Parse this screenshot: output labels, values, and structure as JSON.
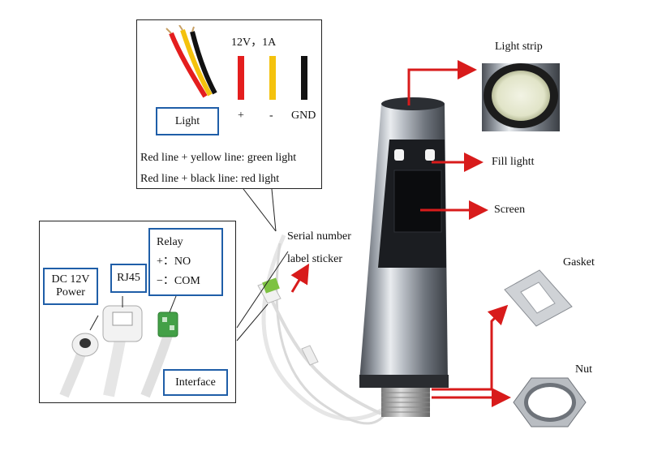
{
  "light_panel": {
    "box_label": "Light",
    "spec": "12V，1A",
    "wire_plus": "+",
    "wire_minus": "-",
    "wire_gnd": "GND",
    "note_green": "Red line + yellow line: green light",
    "note_red": "Red line + black line: red light"
  },
  "interface_panel": {
    "dc_label": "DC 12V\nPower",
    "rj45_label": "RJ45",
    "relay_title": "Relay",
    "relay_no": "+：NO",
    "relay_com": "−：COM",
    "interface_label": "Interface"
  },
  "callouts": {
    "serial_line1": "Serial number",
    "serial_line2": "label sticker",
    "light_strip": "Light strip",
    "fill_light": "Fill lightt",
    "screen": "Screen",
    "gasket": "Gasket",
    "nut": "Nut"
  },
  "colors": {
    "arrow": "#d81b1b",
    "box_border": "#1f5ea8",
    "wire_red": "#e41e1e",
    "wire_yellow": "#f4c20d",
    "wire_black": "#111111"
  }
}
